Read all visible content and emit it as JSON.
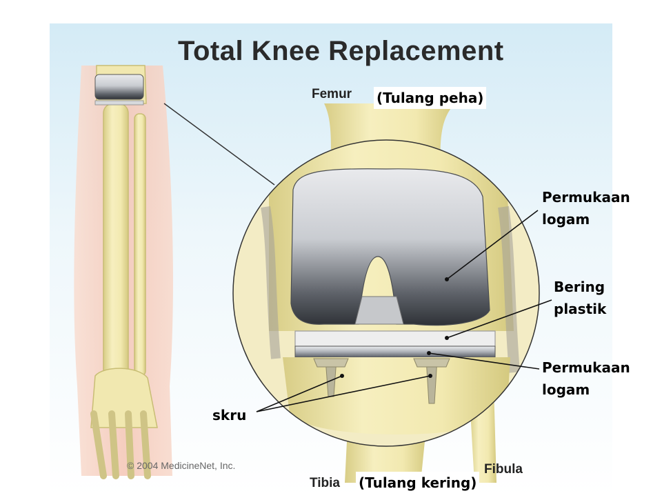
{
  "title": "Total Knee Replacement",
  "labels": {
    "femur": "Femur",
    "tibia": "Tibia",
    "fibula": "Fibula",
    "femur_local": "(Tulang peha)",
    "tibia_local": "(Tulang kering)",
    "metal_surface_top_l1": "Permukaan",
    "metal_surface_top_l2": "logam",
    "plastic_bearing_l1": "Bering",
    "plastic_bearing_l2": "plastik",
    "metal_surface_bottom_l1": "Permukaan",
    "metal_surface_bottom_l2": "logam",
    "screw": "skru"
  },
  "copyright": "© 2004 MedicineNet, Inc.",
  "colors": {
    "bone": "#f3ebb4",
    "bone_shadow": "#d9cf8c",
    "skin": "#f6cdbd",
    "background_top": "#dceff8",
    "metal_light": "#e6e7ea",
    "metal_dark": "#3c3f44"
  }
}
